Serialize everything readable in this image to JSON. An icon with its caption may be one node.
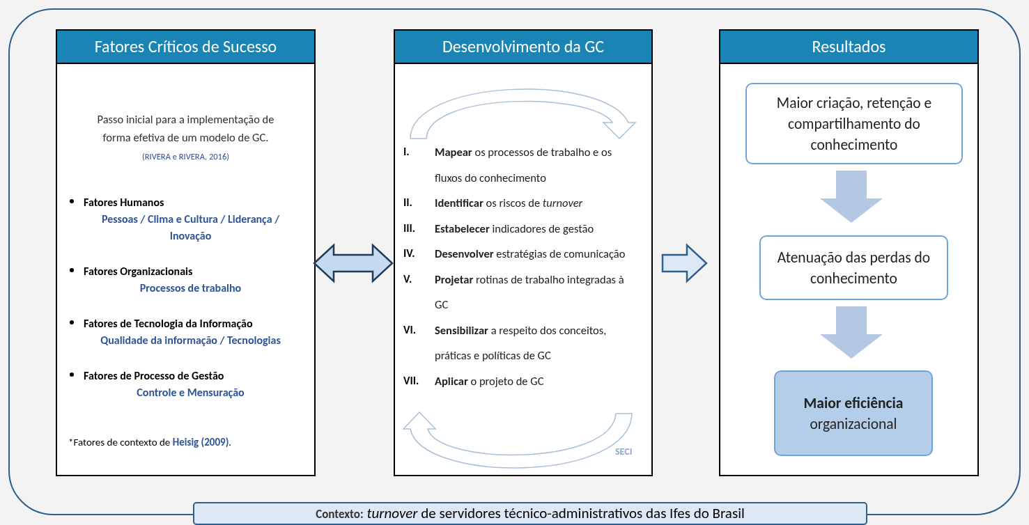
{
  "diagram": {
    "nodes": [
      {
        "text": [
          "**Contexto:** *turnover* de servidores técnico-administrativos das Ifes do Brasil"
        ]
      },
      {
        "text": [
          "Fatores Críticos de Sucesso",
          "Passo inicial para a implementação de forma efetiva de um modelo de GC.",
          "(RIVERA e RIVERA, 2016)",
          "Fatores Humanos",
          "Pessoas / Clima e Cultura / Liderança / Inovação",
          "Fatores Organizacionais",
          "Processos de trabalho",
          "Fatores de Tecnologia da Informação",
          "Qualidade da informação / Tecnologias",
          "Fatores de Processo de Gestão",
          "Controle e Mensuração",
          "*Fatores de contexto de **Heisig (2009)**."
        ],
        "in": 0
      },
      {
        "text": [
          "Desenvolvimento da GC",
          "I.",
          "**Mapear** os processos de trabalho e os fluxos do conhecimento",
          "II.",
          "**Identificar** os riscos de *turnover*",
          "III.",
          "**Estabelecer** indicadores de gestão",
          "IV.",
          "**Desenvolver** estratégias de comunicação",
          "V.",
          "**Projetar** rotinas de trabalho integradas à GC",
          "VI.",
          "**Sensibilizar** a respeito dos conceitos, práticas e políticas de GC",
          "VII.",
          "**Aplicar** o projeto de GC",
          "SECI"
        ],
        "in": 0
      },
      {
        "text": [
          "Resultados"
        ],
        "in": 0
      },
      {
        "text": [
          "Maior criação, retenção e compartilhamento do conhecimento"
        ],
        "in": 3
      },
      {
        "text": [
          "Atenuação das perdas do conhecimento"
        ],
        "in": 3
      },
      {
        "text": [
          "**Maior eficiência** organizacional"
        ],
        "in": 3
      }
    ],
    "edges": [
      {
        "from": 1,
        "to": 2,
        "arrow": "both"
      },
      {
        "from": 2,
        "to": 3,
        "arrow": "to"
      },
      {
        "from": 4,
        "to": 5,
        "arrow": "to"
      },
      {
        "from": 5,
        "to": 6,
        "arrow": "to"
      }
    ]
  }
}
